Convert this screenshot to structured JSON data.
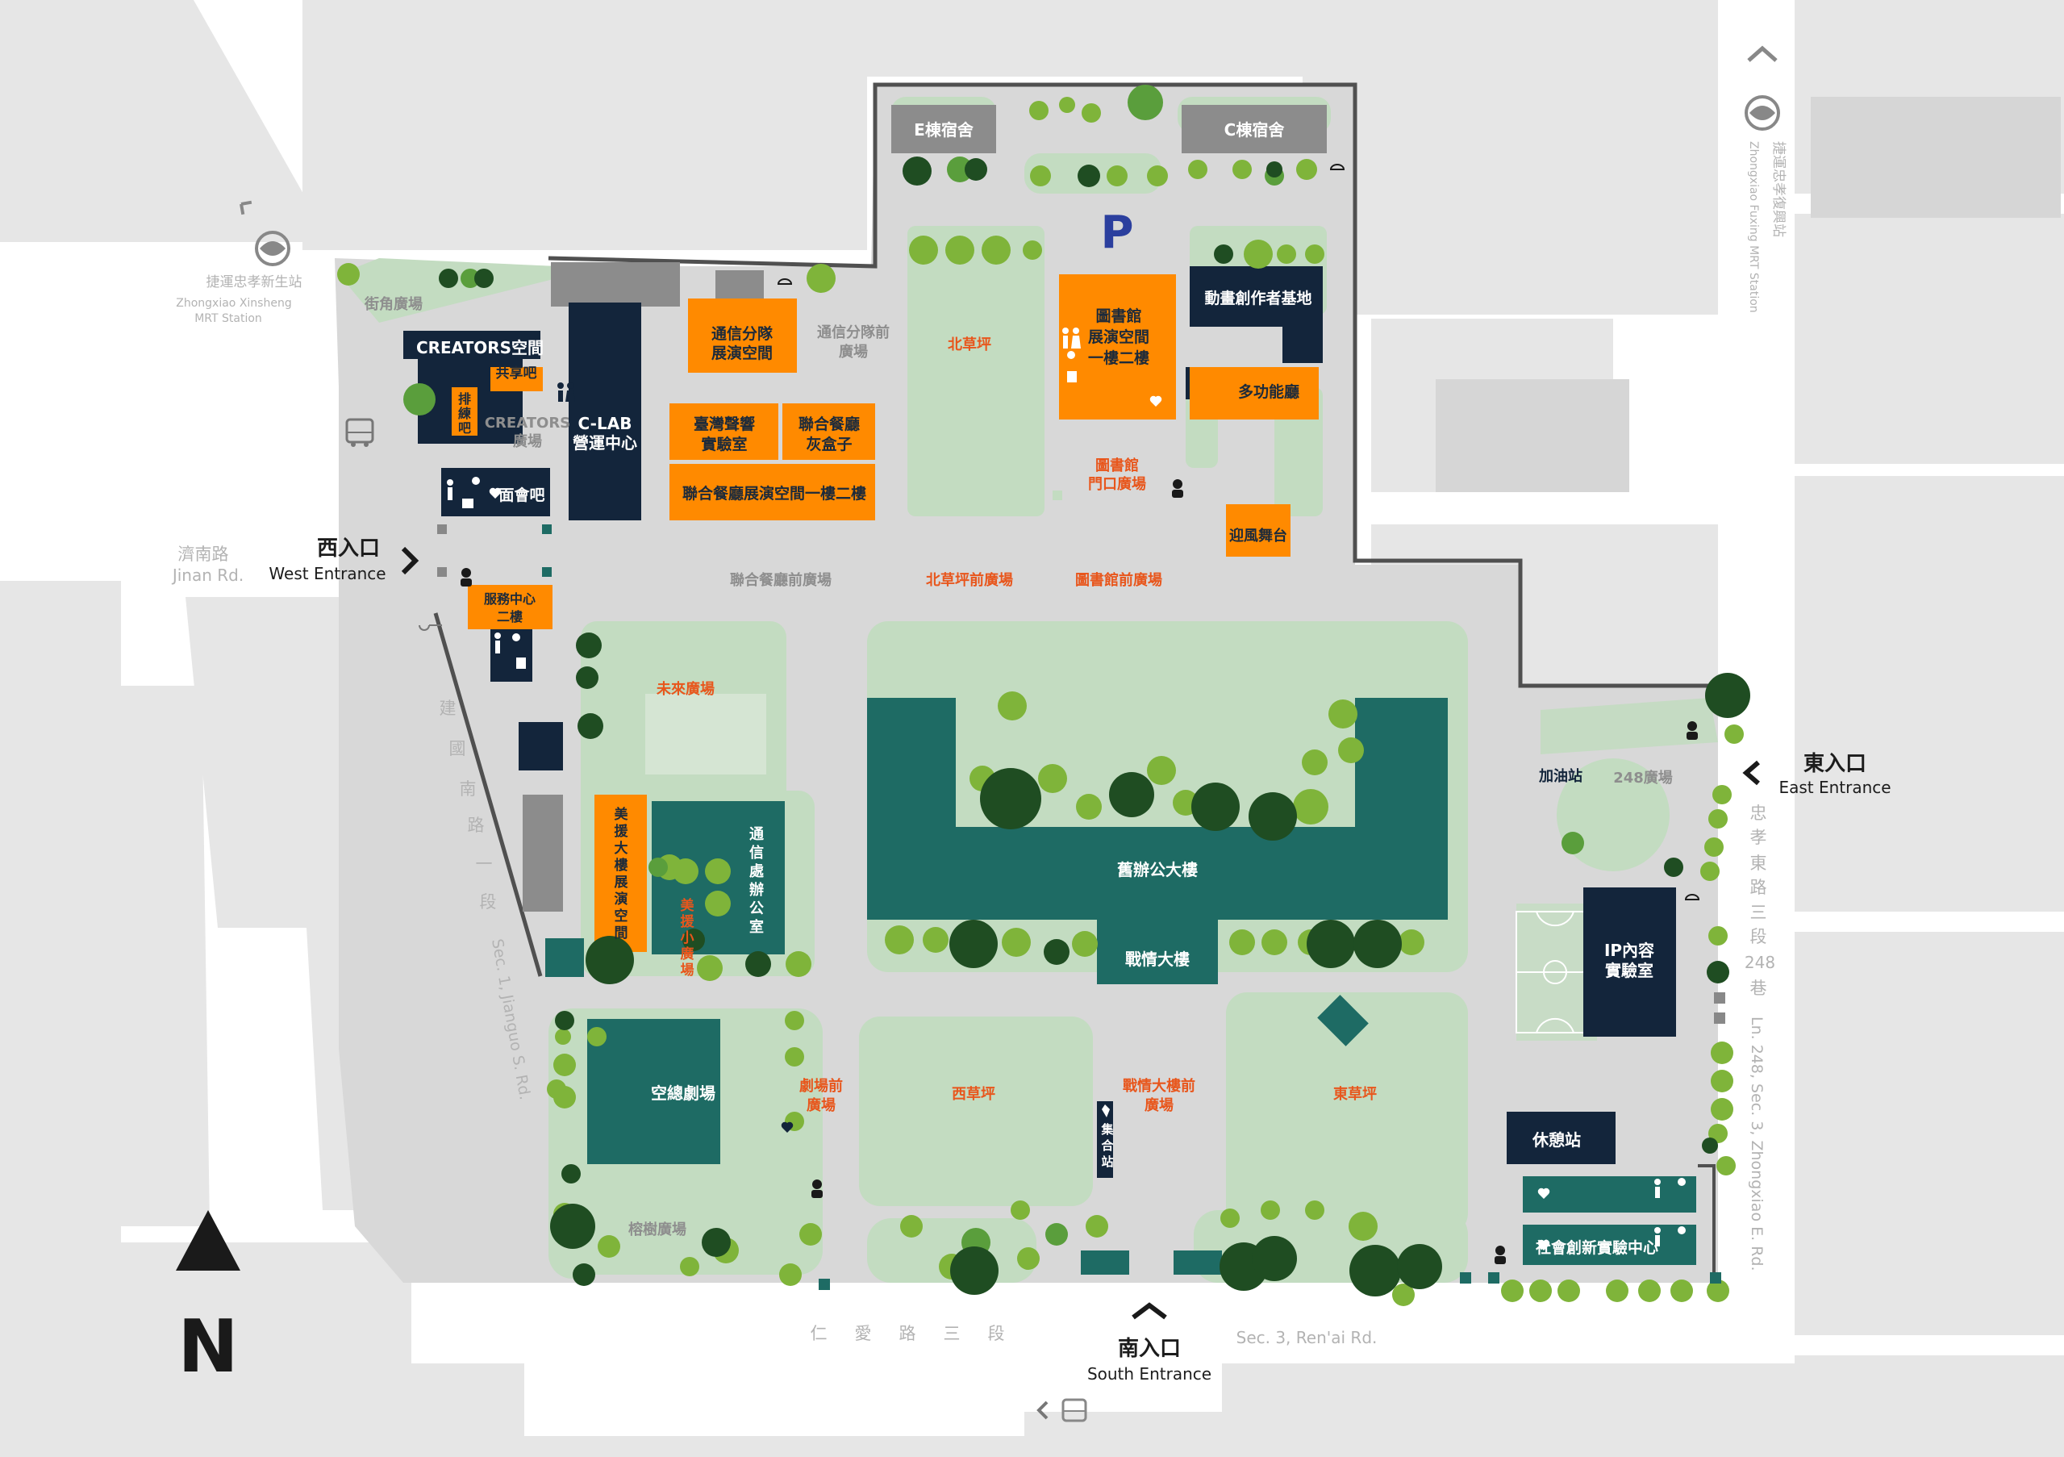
{
  "map": {
    "colors": {
      "background": "#ffffff",
      "block": "#e6e6e6",
      "campus": "#d8d8d8",
      "lawn": "#c3dcc1",
      "tree_light": "#7fb43a",
      "tree_mid": "#5a9e3c",
      "tree_dark": "#1f4d22",
      "orange": "#ff8a00",
      "navy": "#13253b",
      "teal": "#1e6b64",
      "wall": "#505050"
    },
    "north": "N",
    "stations": {
      "west": {
        "zh": "捷運忠孝新生站",
        "en1": "Zhongxiao Xinsheng",
        "en2": "MRT Station"
      },
      "east": {
        "zh": "捷運忠孝復興站",
        "en": "Zhongxiao Fuxing MRT Station"
      }
    },
    "roads": {
      "jinan_zh": "濟南路",
      "jinan_en": "Jinan Rd.",
      "jianguo_zh": [
        "建",
        "國",
        "南",
        "路",
        "一",
        "段"
      ],
      "jianguo_en": "Sec. 1, Jianguo S. Rd.",
      "renai_zh": [
        "仁",
        "愛",
        "路",
        "三",
        "段"
      ],
      "renai_en": "Sec. 3, Ren'ai Rd.",
      "zhongxiao_zh": [
        "忠",
        "孝",
        "東",
        "路",
        "三",
        "段",
        "248",
        "巷"
      ],
      "zhongxiao_en": "Ln. 248, Sec. 3, Zhongxiao E. Rd."
    },
    "entrances": {
      "west": {
        "zh": "西入口",
        "en": "West Entrance"
      },
      "east": {
        "zh": "東入口",
        "en": "East Entrance"
      },
      "south": {
        "zh": "南入口",
        "en": "South Entrance"
      }
    },
    "buildings": {
      "e_dorm": "E棟宿舍",
      "c_dorm": "C棟宿舍",
      "parking": "P",
      "creators_space": "CREATORS空間",
      "share_bar": "共享吧",
      "rehearsal": [
        "排",
        "練",
        "吧"
      ],
      "meeting_bar": "面會吧",
      "clab_1": "C-LAB",
      "clab_2": "營運中心",
      "telecom_exh_1": "通信分隊",
      "telecom_exh_2": "展演空間",
      "taiwan_sound_1": "臺灣聲響",
      "taiwan_sound_2": "實驗室",
      "joint_box_1": "聯合餐廳",
      "joint_box_2": "灰盒子",
      "joint_exh": "聯合餐廳展演空間一樓二樓",
      "library_1": "圖書館",
      "library_2": "展演空間",
      "library_3": "一樓二樓",
      "animation": "動畫創作者基地",
      "multi_hall": "多功能廳",
      "welcome_stage": "迎風舞台",
      "service_1": "服務中心",
      "service_2": "二樓",
      "meiyuan_exh": [
        "美",
        "援",
        "大",
        "樓",
        "展",
        "演",
        "空",
        "間"
      ],
      "telecom_office": [
        "通",
        "信",
        "處",
        "辦",
        "公",
        "室"
      ],
      "old_office": "舊辦公大樓",
      "war_room": "戰情大樓",
      "air_theater": "空總劇場",
      "gas_station": "加油站",
      "ip_lab_1": "IP內容",
      "ip_lab_2": "實驗室",
      "rest_station": "休憩站",
      "social_lab": "社會創新實驗中心",
      "assembly": [
        "集",
        "合",
        "站"
      ]
    },
    "plazas": {
      "corner": "街角廣場",
      "telecom_front_1": "通信分隊前",
      "telecom_front_2": "廣場",
      "creators_plaza_1": "CREATORS",
      "creators_plaza_2": "廣場",
      "north_lawn": "北草坪",
      "library_gate_1": "圖書館",
      "library_gate_2": "門口廣場",
      "joint_front": "聯合餐廳前廣場",
      "north_lawn_front": "北草坪前廣場",
      "library_front": "圖書館前廣場",
      "future": "未來廣場",
      "meiyuan_small": [
        "美",
        "援",
        "小",
        "廣",
        "場"
      ],
      "plaza_248": "248廣場",
      "theater_front_1": "劇場前",
      "theater_front_2": "廣場",
      "west_lawn": "西草坪",
      "war_front_1": "戰情大樓前",
      "war_front_2": "廣場",
      "east_lawn": "東草坪",
      "eucalyptus": "榕樹廣場"
    },
    "icons": [
      "bus-icon",
      "mrt-icon",
      "restroom-icon",
      "accessible-icon",
      "aed-icon",
      "cafe-icon",
      "water-icon",
      "info-icon",
      "bike-icon",
      "guard-icon",
      "nursing-icon",
      "meeting-point-icon",
      "ubike-icon"
    ]
  }
}
